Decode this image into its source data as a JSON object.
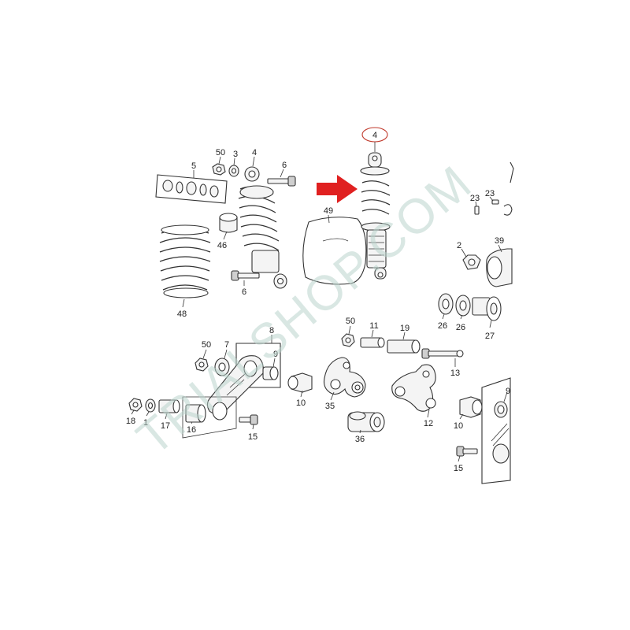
{
  "watermark": "TRIALSHOP.COM",
  "callouts": {
    "c50a": "50",
    "c3": "3",
    "c4a": "4",
    "c5": "5",
    "c6a": "6",
    "c46": "46",
    "c48": "48",
    "c6b": "6",
    "c49": "49",
    "c4b": "4",
    "c2": "2",
    "c39": "39",
    "c23a": "23",
    "c23b": "23",
    "c26a": "26",
    "c26b": "26",
    "c27": "27",
    "c50b": "50",
    "c11": "11",
    "c19": "19",
    "c13": "13",
    "c50c": "50",
    "c7": "7",
    "c8": "8",
    "c9a": "9",
    "c10a": "10",
    "c35": "35",
    "c12": "12",
    "c18": "18",
    "c1": "1",
    "c17": "17",
    "c16": "16",
    "c15a": "15",
    "c36": "36",
    "c10b": "10",
    "c9b": "9",
    "c15b": "15"
  },
  "highlight": {
    "color": "#e02020",
    "item": "4"
  }
}
